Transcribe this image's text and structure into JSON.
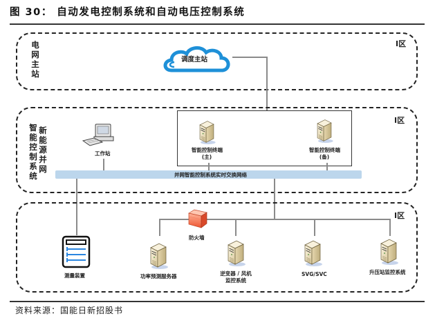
{
  "figure": {
    "title": "图 30：  自动发电控制系统和自动电压控制系统",
    "source": "资料来源：国能日新招股书"
  },
  "zones": [
    {
      "id": "grid-master",
      "label_chars": [
        "电",
        "网",
        "主",
        "站"
      ],
      "zone_tag": "I区"
    },
    {
      "id": "smart-control",
      "label_col1": [
        "智",
        "能",
        "控",
        "制",
        "系",
        "统"
      ],
      "label_col2": [
        "新",
        "能",
        "源",
        "并",
        "网"
      ],
      "zone_tag": "I区"
    },
    {
      "id": "field",
      "zone_tag": "I区"
    }
  ],
  "nodes": {
    "dispatch": {
      "label": "调度主站",
      "icon": "cloud-icon"
    },
    "workstation": {
      "label": "工作站",
      "icon": "desktop-computer-icon"
    },
    "terminal_main": {
      "label_line1": "智能控制终端",
      "label_line2": "(主)",
      "icon": "server-icon"
    },
    "terminal_backup": {
      "label_line1": "智能控制终端",
      "label_line2": "(备)",
      "icon": "server-icon"
    },
    "network": {
      "label": "并网智能控制系统实时交换网络"
    },
    "measurement": {
      "label": "测量装置",
      "icon": "measurement-device-icon"
    },
    "firewall": {
      "label": "防火墙",
      "icon": "firewall-icon"
    },
    "forecast_server": {
      "label": "功率预测服务器",
      "icon": "server-icon"
    },
    "inverter": {
      "label_line1": "逆变器 / 风机",
      "label_line2": "监控系统",
      "icon": "server-icon"
    },
    "svg": {
      "label": "SVG/SVC",
      "icon": "server-icon"
    },
    "substation": {
      "label": "升压站监控系统",
      "icon": "server-icon"
    }
  },
  "colors": {
    "cloud": "#1e90d8",
    "network_bar": "#bcd6ec",
    "firewall": "#f07050",
    "server_body": "#efe3c3",
    "measurement_lines": "#2a86e0"
  }
}
